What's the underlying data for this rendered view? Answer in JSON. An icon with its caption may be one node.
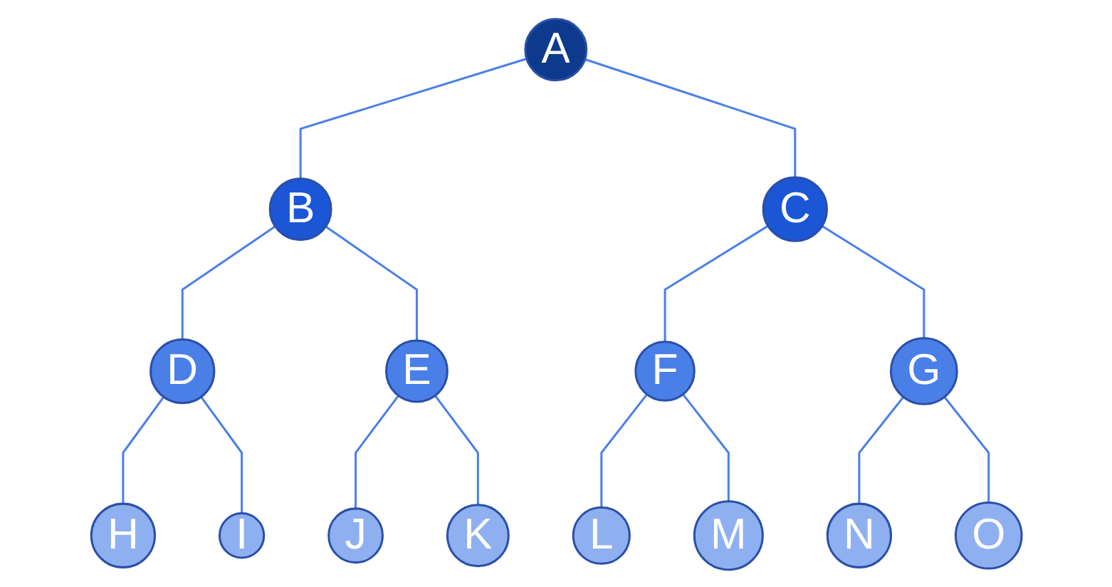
{
  "diagram": {
    "nodes": [
      {
        "text": [
          "A"
        ]
      },
      {
        "text": [
          "B"
        ]
      },
      {
        "text": [
          "C"
        ]
      },
      {
        "text": [
          "D"
        ]
      },
      {
        "text": [
          "E"
        ]
      },
      {
        "text": [
          "F"
        ]
      },
      {
        "text": [
          "G"
        ]
      },
      {
        "text": [
          "H"
        ]
      },
      {
        "text": [
          "I"
        ]
      },
      {
        "text": [
          "J"
        ]
      },
      {
        "text": [
          "K"
        ]
      },
      {
        "text": [
          "L"
        ]
      },
      {
        "text": [
          "M"
        ]
      },
      {
        "text": [
          "N"
        ]
      },
      {
        "text": [
          "O"
        ]
      }
    ],
    "edges": [
      {
        "from": 0,
        "to": 1,
        "arrow": "none"
      },
      {
        "from": 0,
        "to": 2,
        "arrow": "none"
      },
      {
        "from": 1,
        "to": 3,
        "arrow": "none"
      },
      {
        "from": 1,
        "to": 4,
        "arrow": "none"
      },
      {
        "from": 2,
        "to": 5,
        "arrow": "none"
      },
      {
        "from": 2,
        "to": 6,
        "arrow": "none"
      },
      {
        "from": 3,
        "to": 7,
        "arrow": "none"
      },
      {
        "from": 3,
        "to": 8,
        "arrow": "none"
      },
      {
        "from": 4,
        "to": 9,
        "arrow": "none"
      },
      {
        "from": 4,
        "to": 10,
        "arrow": "none"
      },
      {
        "from": 5,
        "to": 11,
        "arrow": "none"
      },
      {
        "from": 5,
        "to": 12,
        "arrow": "none"
      },
      {
        "from": 6,
        "to": 13,
        "arrow": "none"
      },
      {
        "from": 6,
        "to": 14,
        "arrow": "none"
      }
    ]
  }
}
